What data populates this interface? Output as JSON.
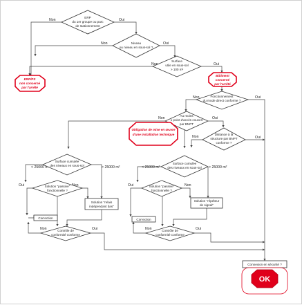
{
  "nodes": {
    "q_erp": [
      "ERP",
      "du 1er groupe ou parc",
      "de stationnement"
    ],
    "q_niveau": [
      "Niveau",
      "ou niveau en sous-sol ?"
    ],
    "q_surface": [
      "Surface",
      "utile en sous-sol",
      "> 100 m²"
    ],
    "out_erp_non": [
      "ERP/PS",
      "non concerné",
      "par l'arrêté"
    ],
    "out_concerne": [
      "Bâtiment",
      "concerné",
      "par l'arrêté"
    ],
    "q_fonction": [
      "Fonctionnement",
      "du mode direct conforme ?",
      ""
    ],
    "q_point": [
      "Au moins",
      "1 point d'accès couvert",
      "par BNPT"
    ],
    "q_distance": [
      "Distance à la",
      "structure par BNPT",
      "conforme ?"
    ],
    "alert_obligation": [
      "Obligation de mise en œuvre",
      "d'une installation technique"
    ],
    "q_surface_l": [
      "Surface cumulée",
      "des niveaux en sous-sol",
      ""
    ],
    "q_surface_r": [
      "Surface cumulée",
      "des niveaux en sous-sol",
      ""
    ],
    "q_passive_l": [
      "Solution \"passive\"",
      "fonctionnelle ?"
    ],
    "q_passive_r": [
      "Solution \"passive\"",
      "fonctionnelle ?"
    ],
    "sol_relais": [
      "Solution \"relais",
      "indépendant bas\""
    ],
    "sol_repeteur": [
      "Solution \"répéteur",
      "de signal\""
    ],
    "act_correction_l": [
      "Correction"
    ],
    "act_correction_r": [
      "Correction"
    ],
    "q_conforme_l": [
      "Contrôle de",
      "conformité conforme"
    ],
    "q_conforme_r": [
      "Contrôle de",
      "conformité conforme"
    ],
    "q_final": [
      "Connexion en sécurité ?"
    ],
    "ok": [
      "OK"
    ]
  },
  "labels": {
    "non": "Non",
    "oui": "Oui",
    "lt": "< 25000 m²",
    "gt": "> 25000 m²"
  },
  "colors": {
    "alert": "#e0001b",
    "ok_fill": "#e0001b",
    "line": "#444444"
  }
}
